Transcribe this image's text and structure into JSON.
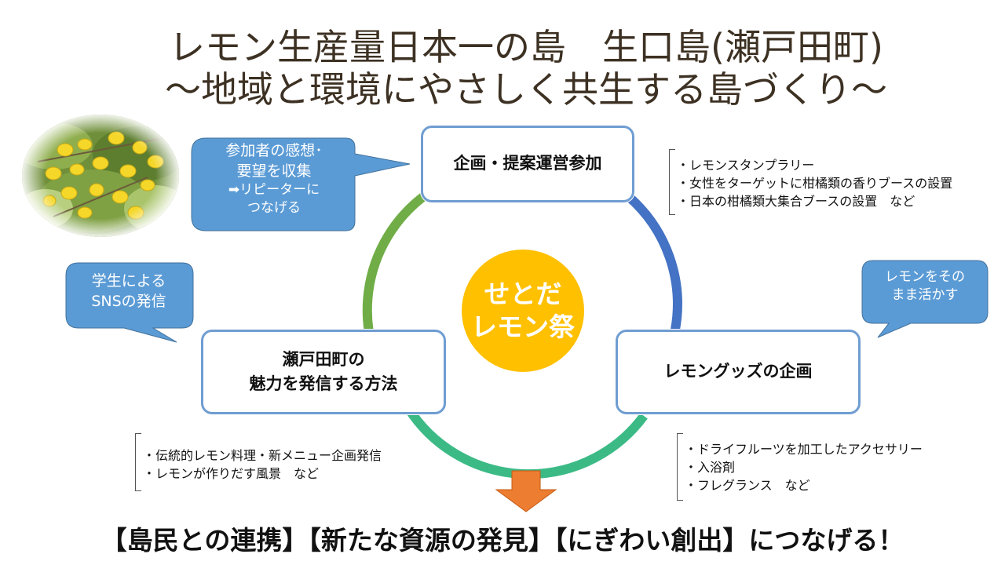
{
  "title": {
    "line1": "レモン生産量日本一の島　生口島(瀬戸田町)",
    "line2": "～地域と環境にやさしく共生する島づくり～"
  },
  "center": {
    "line1": "せとだ",
    "line2": "レモン祭",
    "color": "#ffc000"
  },
  "boxes": {
    "top": "企画・提案運営参加",
    "left_line1": "瀬戸田町の",
    "left_line2": "魅力を発信する方法",
    "right": "レモングッズの企画"
  },
  "bubbles": {
    "feedback": {
      "line1": "参加者の感想･",
      "line2": "要望を収集",
      "line3": "➡リピーターに",
      "line4": "つなげる"
    },
    "sns": {
      "line1": "学生による",
      "line2": "SNSの発信"
    },
    "lemon": {
      "line1": "レモンをその",
      "line2": "まま活かす"
    },
    "color": "#5b9bd5"
  },
  "lists": {
    "top": [
      "・レモンスタンプラリー",
      "・女性をターゲットに柑橘類の香りブースの設置",
      "・日本の柑橘類大集合ブースの設置　など"
    ],
    "left": [
      "・伝統的レモン料理・新メニュー企画発信",
      "・レモンが作りだす風景　など"
    ],
    "right": [
      "・ドライフルーツを加工したアクセサリー",
      "・入浴剤",
      "・フレグランス　など"
    ]
  },
  "footer": "【島民との連携】【新たな資源の発見】【にぎわい創出】につなげる！",
  "colors": {
    "ring_green": "#70ad47",
    "ring_blue": "#4472c4",
    "ring_teal": "#3cba86",
    "arrow": "#ed7d31",
    "box_border": "#6f9dd2"
  },
  "icons": {
    "photo": "lemon-tree-photo",
    "arrow": "down-arrow-icon"
  }
}
